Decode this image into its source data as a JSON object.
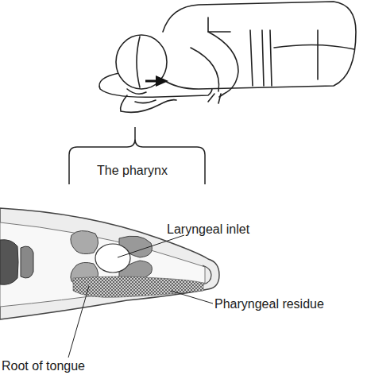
{
  "diagram": {
    "labels": [
      "The pharynx",
      "Laryngeal inlet",
      "Pharyngeal residue",
      "Root of tongue"
    ]
  }
}
